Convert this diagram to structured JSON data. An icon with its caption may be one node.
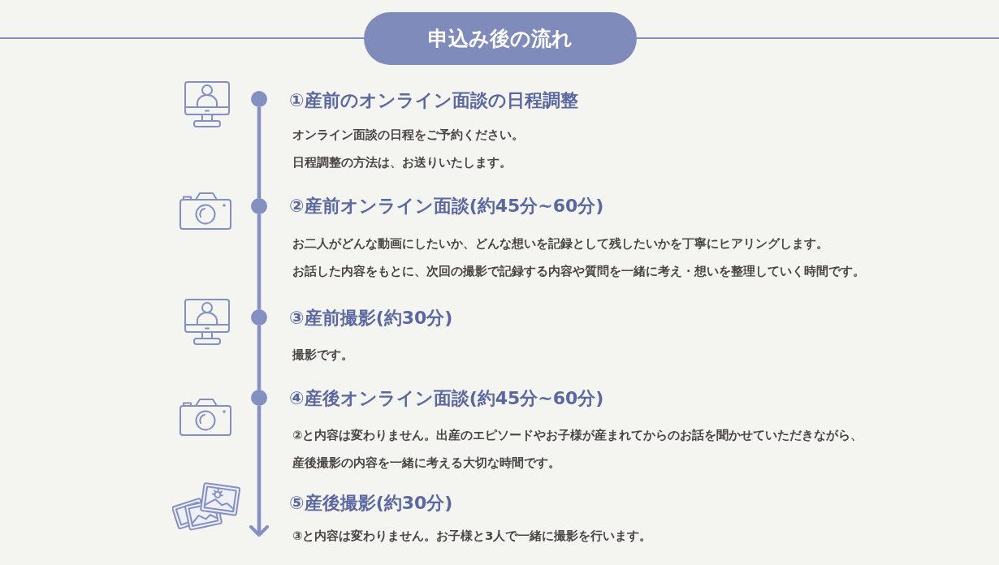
{
  "diagram": {
    "title": "申込み後の流れ",
    "nodes": [
      {
        "text": [],
        "shape": "circle",
        "beside": [
          "①産前のオンライン面談の日程調整",
          "オンライン面談の日程をご予約ください。",
          "日程調整の方法は、お送りいたします。"
        ]
      },
      {
        "text": [],
        "shape": "circle",
        "beside": [
          "②産前オンライン面談(約45分~60分)",
          "お二人がどんな動画にしたいか、どんな想いを記録として残したいかを丁寧にヒアリングします。",
          "お話した内容をもとに、次回の撮影で記録する内容や質問を一緒に考え・想いを整理していく時間です。"
        ]
      },
      {
        "text": [],
        "shape": "circle",
        "beside": [
          "③産前撮影(約30分)",
          "撮影です。"
        ]
      },
      {
        "text": [],
        "shape": "circle",
        "beside": [
          "④産後オンライン面談(約45分~60分)",
          "②と内容は変わりません。出産のエピソードやお子様が産まれてからのお話を聞かせていただきながら、産後撮影の内容を一緒に考える大切な時間です。"
        ]
      }
    ],
    "edges": [
      {
        "from": 0,
        "to": 1,
        "arrow": "none"
      },
      {
        "from": 1,
        "to": 2,
        "arrow": "none"
      },
      {
        "from": 2,
        "to": 3,
        "arrow": "none"
      },
      {
        "from": 3,
        "to": null,
        "arrow": "to"
      }
    ],
    "labels": [
      "⑤産後撮影(約30分)",
      "③と内容は変わりません。お子様と3人で一緒に撮影を行います。"
    ]
  }
}
